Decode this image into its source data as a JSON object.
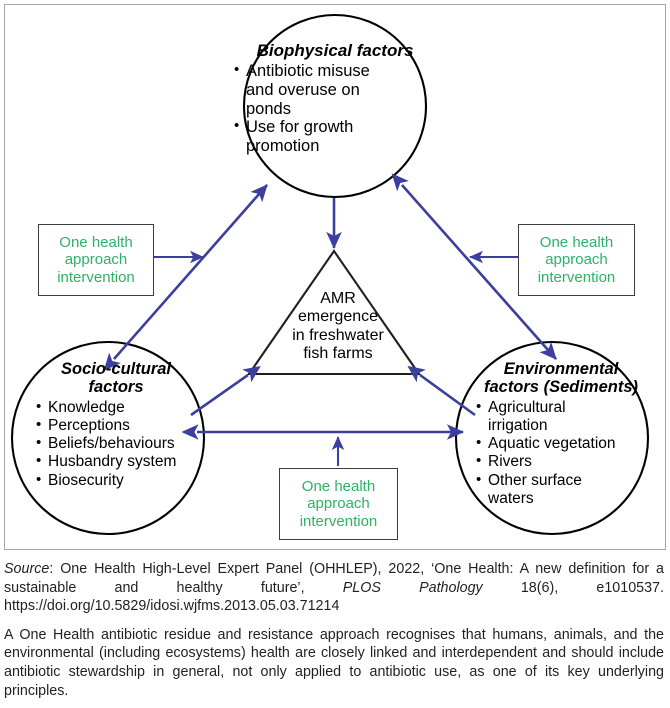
{
  "figure": {
    "colors": {
      "arrow_blue": "#3b3f9e",
      "intervention_green": "#2eb265",
      "outline_black": "#000000",
      "frame_gray": "#a6a6a6"
    },
    "center": {
      "name": "AMR emergence",
      "text": "AMR\nemergence\nin freshwater\nfish farms"
    },
    "nodes": [
      {
        "id": "biophysical",
        "title": "Biophysical factors",
        "items": [
          "Antibiotic misuse\nand overuse on\nponds",
          "Use for growth\npromotion"
        ]
      },
      {
        "id": "socio-cultural",
        "title": "Socio-cultural\nfactors",
        "items": [
          "Knowledge",
          "Perceptions",
          "Beliefs/behaviours",
          "Husbandry system",
          "Biosecurity"
        ]
      },
      {
        "id": "environmental",
        "title": "Environmental\nfactors (Sediments)",
        "items": [
          "Agricultural\nirrigation",
          "Aquatic vegetation",
          "Rivers",
          "Other surface\n waters"
        ]
      }
    ],
    "interventions": [
      {
        "id": "left",
        "text": "One health\napproach\nintervention"
      },
      {
        "id": "right",
        "text": "One health\napproach\nintervention"
      },
      {
        "id": "bottom",
        "text": "One health\napproach\nintervention"
      }
    ]
  },
  "caption": {
    "source_label": "Source",
    "source_sep": ": ",
    "source_pre": "One Health High-Level Expert Panel (OHHLEP), 2022, ‘One Health: A new definition for a sustainable and healthy future’, ",
    "source_journal": "PLOS Pathology",
    "source_post": " 18(6), e1010537. https://doi.org/10.5829/idosi.wjfms.2013.05.03.71214",
    "body": "A One Health antibiotic residue and resistance approach recognises that humans, animals, and the environmental (including ecosystems) health are closely linked and interdependent and should include antibiotic stewardship in general, not only applied to antibiotic use, as one of its key underlying principles."
  }
}
